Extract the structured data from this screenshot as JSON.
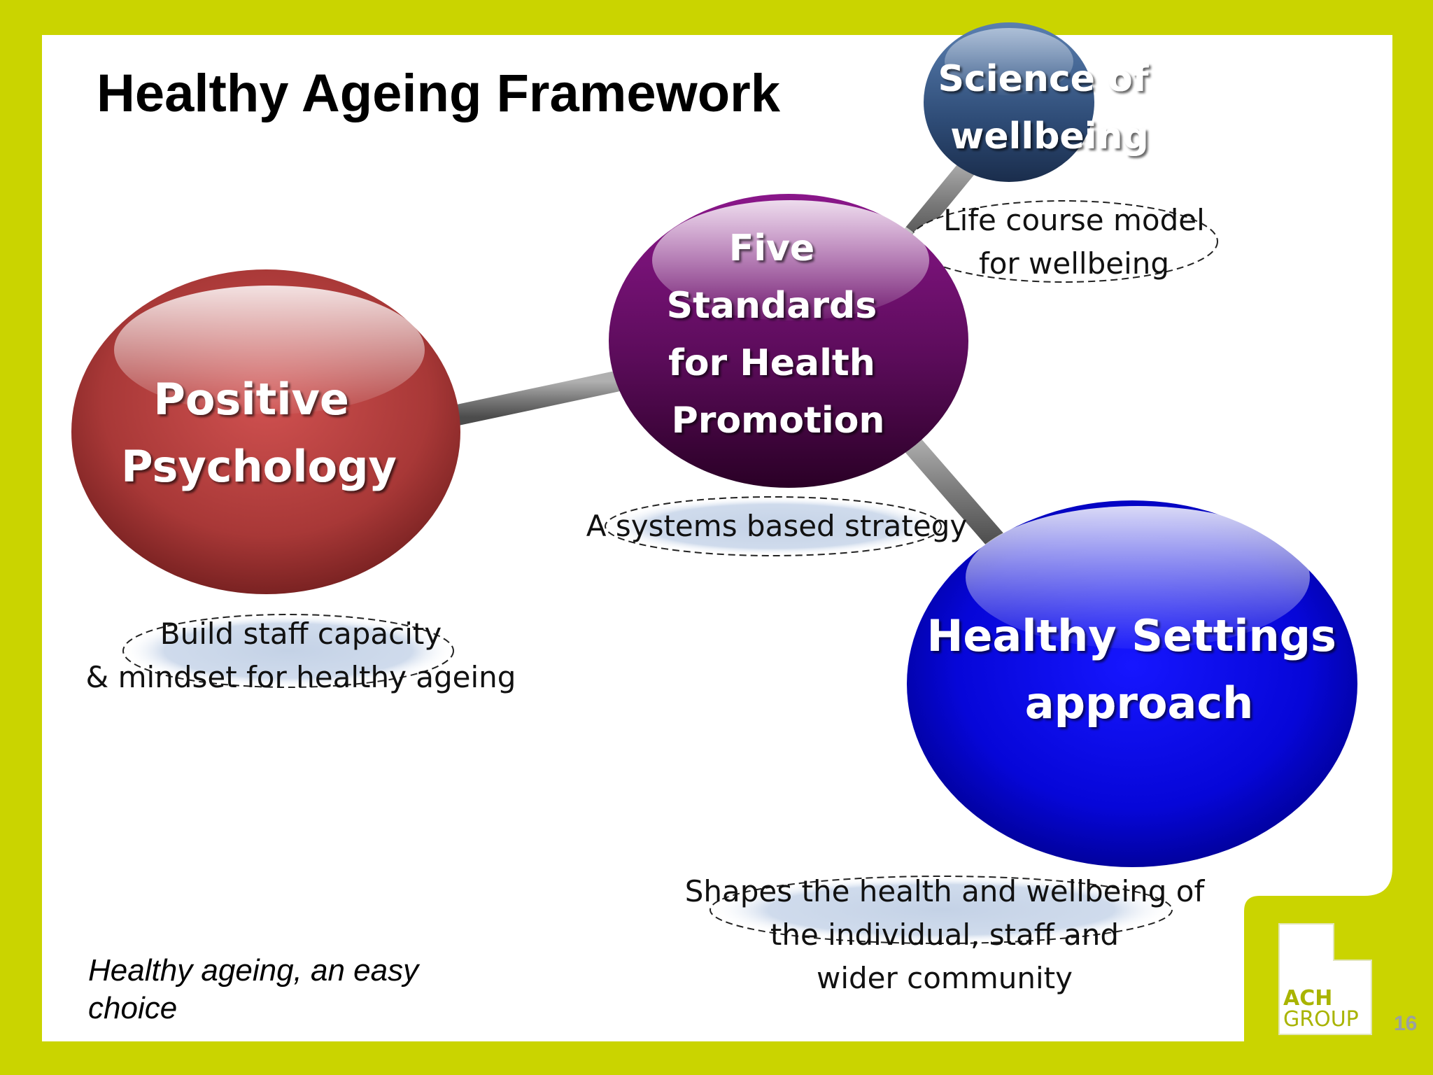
{
  "slide": {
    "title": "Healthy Ageing Framework",
    "tagline": [
      "Healthy ageing, an easy",
      "choice"
    ],
    "page_number": "16",
    "logo": {
      "line1": "ACH",
      "line2": "GROUP"
    }
  },
  "nodes": {
    "positive_psychology": {
      "lines": [
        "Positive",
        "Psychology"
      ],
      "color": "#b3403f"
    },
    "five_standards": {
      "lines": [
        "Five",
        "Standards",
        "for Health",
        "Promotion"
      ],
      "color": "#6c0f6b"
    },
    "science_of_wellbeing": {
      "lines": [
        "Science of",
        "wellbeing"
      ],
      "color": "#3e5f8e"
    },
    "healthy_settings": {
      "lines": [
        "Healthy Settings",
        "approach"
      ],
      "color": "#0a0ad0"
    }
  },
  "captions": {
    "positive_psychology": [
      "Build staff capacity",
      "& mindset for healthy ageing"
    ],
    "five_standards": [
      "A systems based strategy"
    ],
    "science_of_wellbeing": [
      "Life course model",
      "for wellbeing"
    ],
    "healthy_settings": [
      "Shapes the health and wellbeing of",
      "the individual, staff and",
      "wider community"
    ]
  },
  "colors": {
    "frame": "#cad400",
    "connector": "#8a8a8a",
    "caption_highlight": "#c9d6e8",
    "logo_text": "#a9b400"
  }
}
